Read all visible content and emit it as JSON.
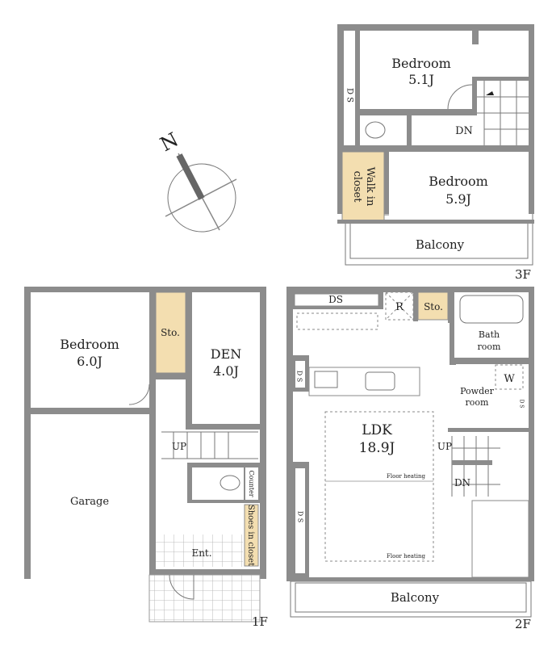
{
  "compass": {
    "label": "N"
  },
  "floor3": {
    "label": "3F",
    "rooms": {
      "bedroom_a": {
        "name": "Bedroom",
        "size": "5.1J"
      },
      "bedroom_b": {
        "name": "Bedroom",
        "size": "5.9J"
      },
      "ds": "D S",
      "walk_in_closet": [
        "Walk in",
        "closet"
      ],
      "stairs": "DN",
      "balcony": "Balcony"
    }
  },
  "floor2": {
    "label": "2F",
    "rooms": {
      "ldk": {
        "name": "LDK",
        "size": "18.9J"
      },
      "ds_top": "DS",
      "ds_left_a": "D S",
      "ds_left_b": "D S",
      "ds_right": "D S",
      "refrigerator": "R",
      "storage": "Sto.",
      "bath": [
        "Bath",
        "room"
      ],
      "powder": [
        "Powder",
        "room"
      ],
      "washer": "W",
      "stairs_up": "UP",
      "stairs_down": "DN",
      "floor_heating_1": "Floor heating",
      "floor_heating_2": "Floor heating",
      "balcony": "Balcony"
    }
  },
  "floor1": {
    "label": "1F",
    "rooms": {
      "bedroom": {
        "name": "Bedroom",
        "size": "6.0J"
      },
      "den": {
        "name": "DEN",
        "size": "4.0J"
      },
      "storage": "Sto.",
      "garage": "Garage",
      "stairs_up": "UP",
      "counter": "Counter",
      "shoes_closet": "Shoes in closet",
      "entrance": "Ent."
    }
  },
  "colors": {
    "wall": "#8c8c8c",
    "closet": "#f3deb0"
  }
}
